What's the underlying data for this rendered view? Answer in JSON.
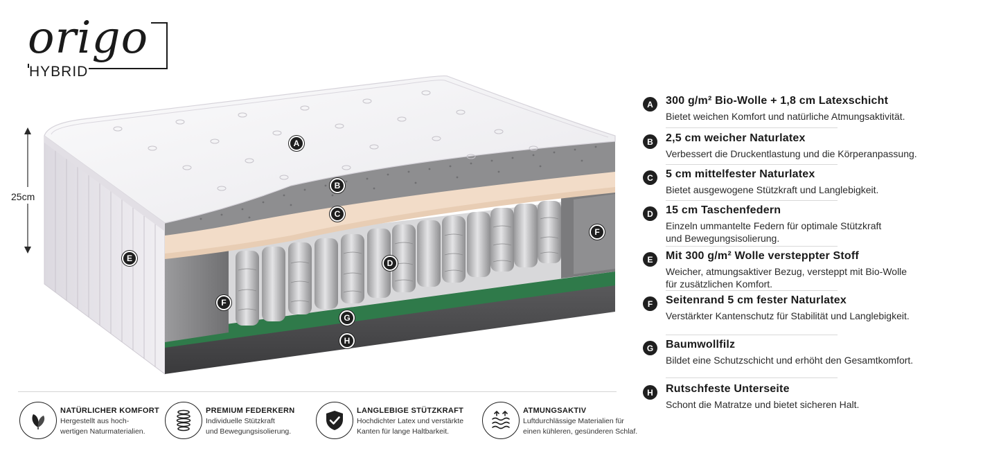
{
  "brand": {
    "name": "origo",
    "subline": "HYBRID"
  },
  "height_label": "25cm",
  "diagram_badges": {
    "a": "A",
    "b": "B",
    "c": "C",
    "d": "D",
    "e": "E",
    "f": "F",
    "g": "G",
    "h": "H"
  },
  "legend": [
    {
      "letter": "A",
      "title": "300 g/m² Bio-Wolle + 1,8 cm Latexschicht",
      "lines": [
        "Bietet weichen Komfort und natürliche Atmungsaktivität."
      ]
    },
    {
      "letter": "B",
      "title": "2,5 cm weicher Naturlatex",
      "lines": [
        "Verbessert die Druckentlastung und die Körperanpassung."
      ]
    },
    {
      "letter": "C",
      "title": "5 cm mittelfester Naturlatex",
      "lines": [
        "Bietet ausgewogene Stützkraft und Langlebigkeit."
      ]
    },
    {
      "letter": "D",
      "title": "15 cm Taschenfedern",
      "lines": [
        "Einzeln ummantelte Federn für optimale Stützkraft",
        "und Bewegungsisolierung."
      ]
    },
    {
      "letter": "E",
      "title": "Mit 300 g/m² Wolle versteppter Stoff",
      "lines": [
        "Weicher, atmungsaktiver Bezug, versteppt mit Bio-Wolle",
        "für zusätzlichen Komfort."
      ]
    },
    {
      "letter": "F",
      "title": "Seitenrand 5 cm fester Naturlatex",
      "lines": [
        "Verstärkter Kantenschutz für Stabilität und Langlebigkeit."
      ]
    },
    {
      "letter": "G",
      "title": "Baumwollfilz",
      "lines": [
        "Bildet eine Schutzschicht und erhöht den Gesamtkomfort."
      ]
    },
    {
      "letter": "H",
      "title": "Rutschfeste Unterseite",
      "lines": [
        "Schont die Matratze und bietet sicheren Halt."
      ]
    }
  ],
  "features": [
    {
      "icon": "leaf-icon",
      "title": "NATÜRLICHER KOMFORT",
      "lines": [
        "Hergestellt aus hoch-",
        "wertigen Naturmaterialien."
      ]
    },
    {
      "icon": "spring-coil-icon",
      "title": "PREMIUM FEDERKERN",
      "lines": [
        "Individuelle Stützkraft",
        "und Bewegungsisolierung."
      ]
    },
    {
      "icon": "shield-check-icon",
      "title": "LANGLEBIGE STÜTZKRAFT",
      "lines": [
        "Hochdichter Latex und verstärkte",
        "Kanten für lange Haltbarkeit."
      ]
    },
    {
      "icon": "airflow-icon",
      "title": "ATMUNGSAKTIV",
      "lines": [
        "Luftdurchlässige Materialien für",
        "einen kühleren, gesünderen Schlaf."
      ]
    }
  ],
  "colors": {
    "badge": "#1f1f1f",
    "quilt_top": "#f3f3f5",
    "latex_b": "#8e8e90",
    "latex_c": "#f2dcc8",
    "felt_g": "#2f7a4a",
    "base_h": "#6c6c6c",
    "side_panel": "#e7e5ea",
    "latex_f": "#8a8a8a"
  }
}
